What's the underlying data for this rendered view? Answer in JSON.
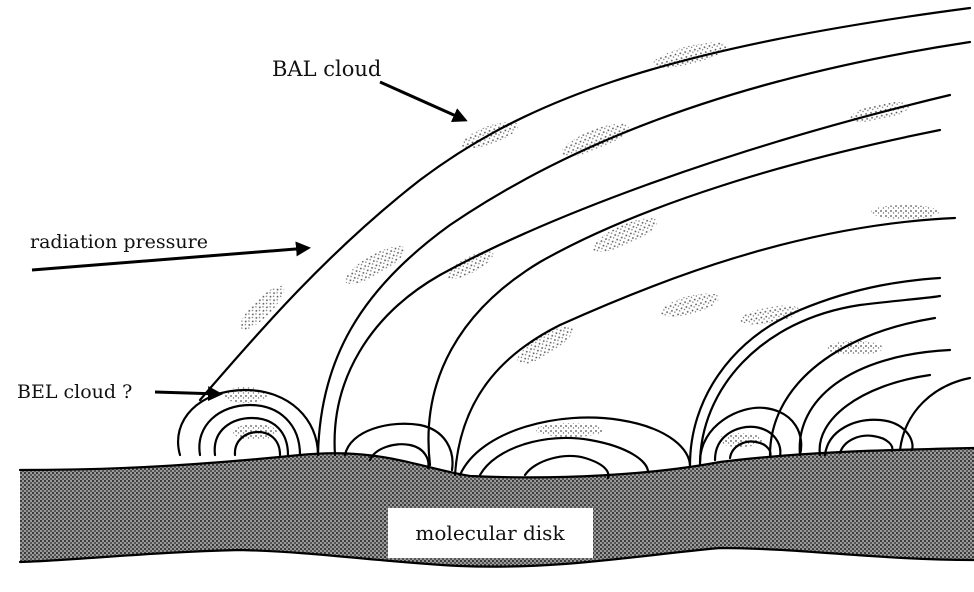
{
  "labels": {
    "bal_cloud": "BAL cloud",
    "radiation_pressure": "radiation pressure",
    "bel_cloud": "BEL cloud ?",
    "molecular_disk": "molecular disk"
  },
  "colors": {
    "ink": "#000000",
    "disk_fill": "#5a5a5a",
    "cloud_stipple": "#333333",
    "background": "#ffffff"
  }
}
